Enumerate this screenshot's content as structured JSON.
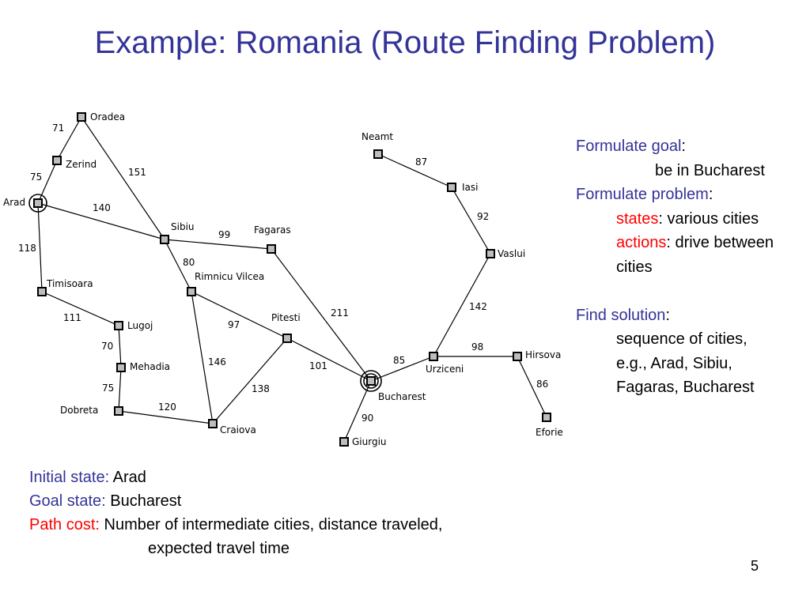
{
  "slide": {
    "title": "Example: Romania (Route Finding Problem)",
    "page_number": "5"
  },
  "map": {
    "cities": [
      {
        "name": "Oradea"
      },
      {
        "name": "Zerind"
      },
      {
        "name": "Arad"
      },
      {
        "name": "Sibiu"
      },
      {
        "name": "Fagaras"
      },
      {
        "name": "Timisoara"
      },
      {
        "name": "Rimnicu Vilcea"
      },
      {
        "name": "Lugoj"
      },
      {
        "name": "Mehadia"
      },
      {
        "name": "Dobreta"
      },
      {
        "name": "Craiova"
      },
      {
        "name": "Pitesti"
      },
      {
        "name": "Bucharest"
      },
      {
        "name": "Giurgiu"
      },
      {
        "name": "Urziceni"
      },
      {
        "name": "Hirsova"
      },
      {
        "name": "Eforie"
      },
      {
        "name": "Vaslui"
      },
      {
        "name": "Iasi"
      },
      {
        "name": "Neamt"
      }
    ],
    "roads": [
      {
        "from": "Oradea",
        "to": "Zerind",
        "distance": "71"
      },
      {
        "from": "Zerind",
        "to": "Arad",
        "distance": "75"
      },
      {
        "from": "Oradea",
        "to": "Sibiu",
        "distance": "151"
      },
      {
        "from": "Arad",
        "to": "Sibiu",
        "distance": "140"
      },
      {
        "from": "Arad",
        "to": "Timisoara",
        "distance": "118"
      },
      {
        "from": "Sibiu",
        "to": "Fagaras",
        "distance": "99"
      },
      {
        "from": "Sibiu",
        "to": "Rimnicu Vilcea",
        "distance": "80"
      },
      {
        "from": "Timisoara",
        "to": "Lugoj",
        "distance": "111"
      },
      {
        "from": "Lugoj",
        "to": "Mehadia",
        "distance": "70"
      },
      {
        "from": "Mehadia",
        "to": "Dobreta",
        "distance": "75"
      },
      {
        "from": "Dobreta",
        "to": "Craiova",
        "distance": "120"
      },
      {
        "from": "Rimnicu Vilcea",
        "to": "Craiova",
        "distance": "146"
      },
      {
        "from": "Rimnicu Vilcea",
        "to": "Pitesti",
        "distance": "97"
      },
      {
        "from": "Craiova",
        "to": "Pitesti",
        "distance": "138"
      },
      {
        "from": "Pitesti",
        "to": "Bucharest",
        "distance": "101"
      },
      {
        "from": "Fagaras",
        "to": "Bucharest",
        "distance": "211"
      },
      {
        "from": "Bucharest",
        "to": "Giurgiu",
        "distance": "90"
      },
      {
        "from": "Bucharest",
        "to": "Urziceni",
        "distance": "85"
      },
      {
        "from": "Urziceni",
        "to": "Hirsova",
        "distance": "98"
      },
      {
        "from": "Hirsova",
        "to": "Eforie",
        "distance": "86"
      },
      {
        "from": "Urziceni",
        "to": "Vaslui",
        "distance": "142"
      },
      {
        "from": "Vaslui",
        "to": "Iasi",
        "distance": "92"
      },
      {
        "from": "Iasi",
        "to": "Neamt",
        "distance": "87"
      }
    ],
    "highlighted": {
      "start": "Arad",
      "goal": "Bucharest"
    }
  },
  "problem": {
    "formulate_goal_label": "Formulate goal",
    "colon": ":",
    "goal_text": "be in Bucharest",
    "formulate_problem_label": "Formulate problem",
    "states_label": "states",
    "states_text": ": various cities",
    "actions_label": "actions",
    "actions_text": ": drive between",
    "actions_text_2": "cities",
    "find_solution_label": "Find solution",
    "solution_line_1": "sequence of cities,",
    "solution_line_2": "e.g., Arad, Sibiu,",
    "solution_line_3": "Fagaras, Bucharest"
  },
  "summary": {
    "initial_state_label": "Initial state: ",
    "initial_state_value": "Arad",
    "goal_state_label": "Goal state: ",
    "goal_state_value": "Bucharest",
    "path_cost_label": "Path cost: ",
    "path_cost_value": "Number of intermediate cities, distance traveled,",
    "path_cost_value_2": "expected travel time"
  }
}
